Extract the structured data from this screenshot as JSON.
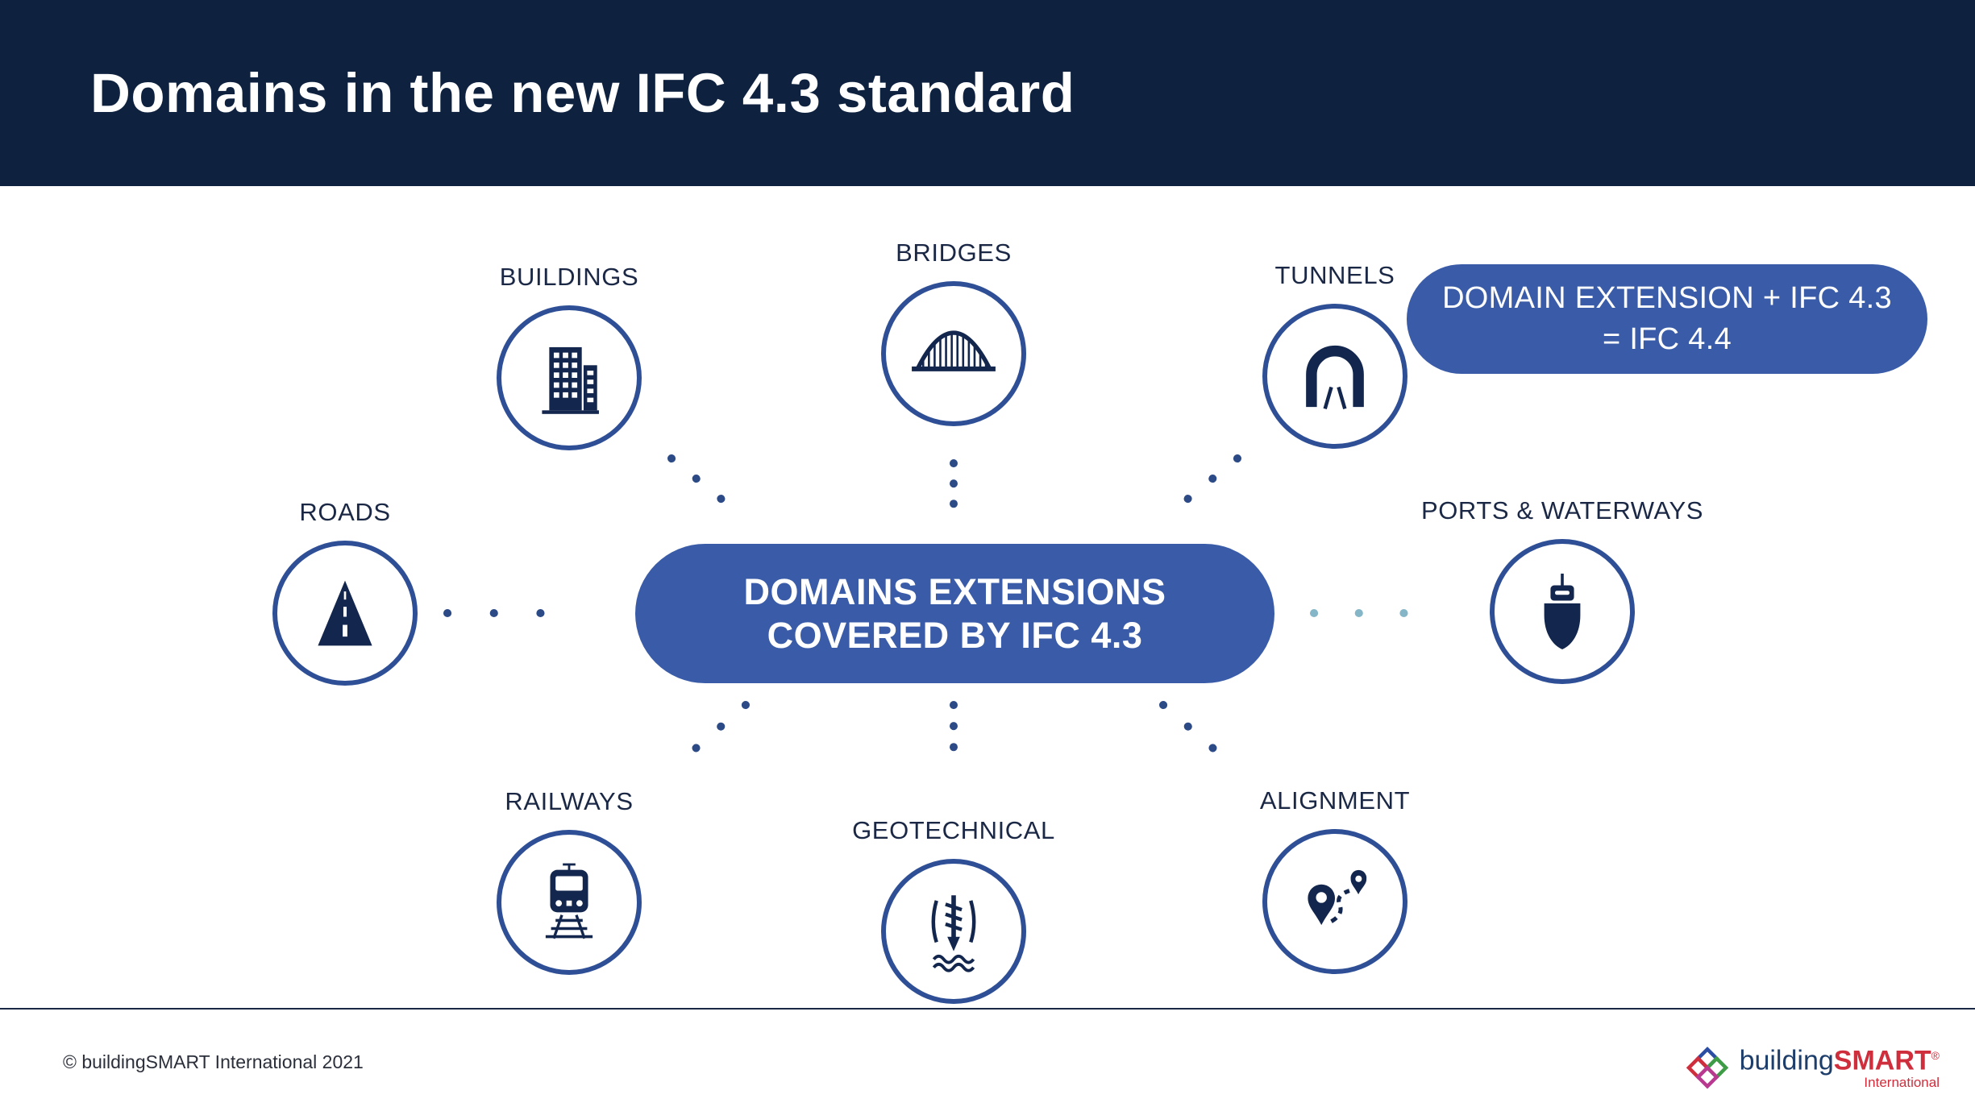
{
  "header": {
    "title": "Domains in the new IFC 4.3 standard"
  },
  "center_pill": {
    "line1": "DOMAINS EXTENSIONS",
    "line2": "COVERED BY IFC 4.3"
  },
  "extension_pill": {
    "line1": "DOMAIN EXTENSION + IFC 4.3",
    "line2": "= IFC 4.4"
  },
  "domains": [
    {
      "label": "BUILDINGS",
      "icon": "building-icon"
    },
    {
      "label": "BRIDGES",
      "icon": "bridge-icon"
    },
    {
      "label": "TUNNELS",
      "icon": "tunnel-icon"
    },
    {
      "label": "ROADS",
      "icon": "road-icon"
    },
    {
      "label": "PORTS & WATERWAYS",
      "icon": "ship-icon"
    },
    {
      "label": "RAILWAYS",
      "icon": "train-icon"
    },
    {
      "label": "GEOTECHNICAL",
      "icon": "drill-icon"
    },
    {
      "label": "ALIGNMENT",
      "icon": "map-pins-icon"
    }
  ],
  "footer": {
    "copyright": "© buildingSMART International 2021",
    "logo": {
      "building": "building",
      "smart": "SMART",
      "registered": "®",
      "sub": "International"
    }
  },
  "colors": {
    "header_bg": "#0e2240",
    "pill_bg": "#3a5ca8",
    "circle_border": "#2e4f96",
    "icon": "#13264d",
    "label_text": "#1b2845",
    "dot": "#2c4a86",
    "dot_teal": "#85b6c8",
    "logo_red": "#cf2e3c",
    "logo_navy": "#1d3d6b"
  }
}
